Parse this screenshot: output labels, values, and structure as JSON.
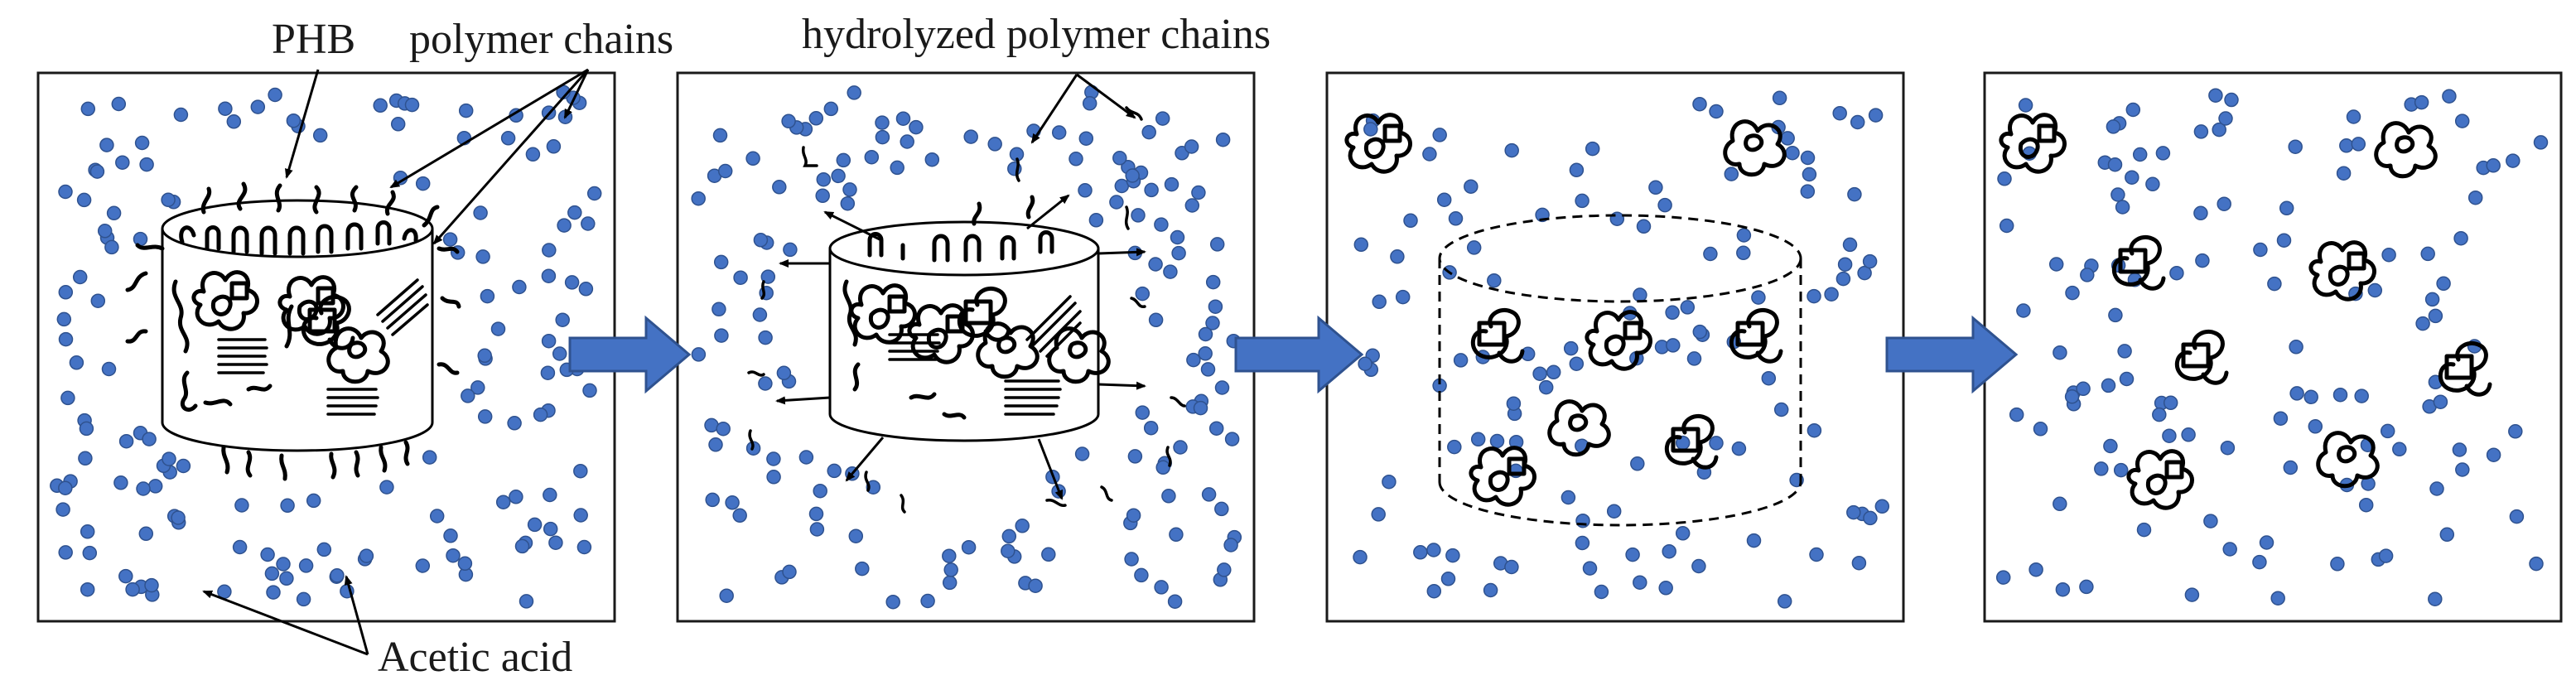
{
  "labels": {
    "phb": "PHB",
    "polymer_chains": "polymer chains",
    "hydrolyzed_polymer_chains": "hydrolyzed polymer chains",
    "acetic_acid": "Acetic acid"
  },
  "colors": {
    "acetic_acid_dot": "#4472c4",
    "process_arrow": "#4472c4",
    "outline": "#000000"
  },
  "panels": [
    {
      "stage": 1,
      "container": "solid"
    },
    {
      "stage": 2,
      "container": "solid"
    },
    {
      "stage": 3,
      "container": "dashed"
    },
    {
      "stage": 4,
      "container": "none"
    }
  ]
}
